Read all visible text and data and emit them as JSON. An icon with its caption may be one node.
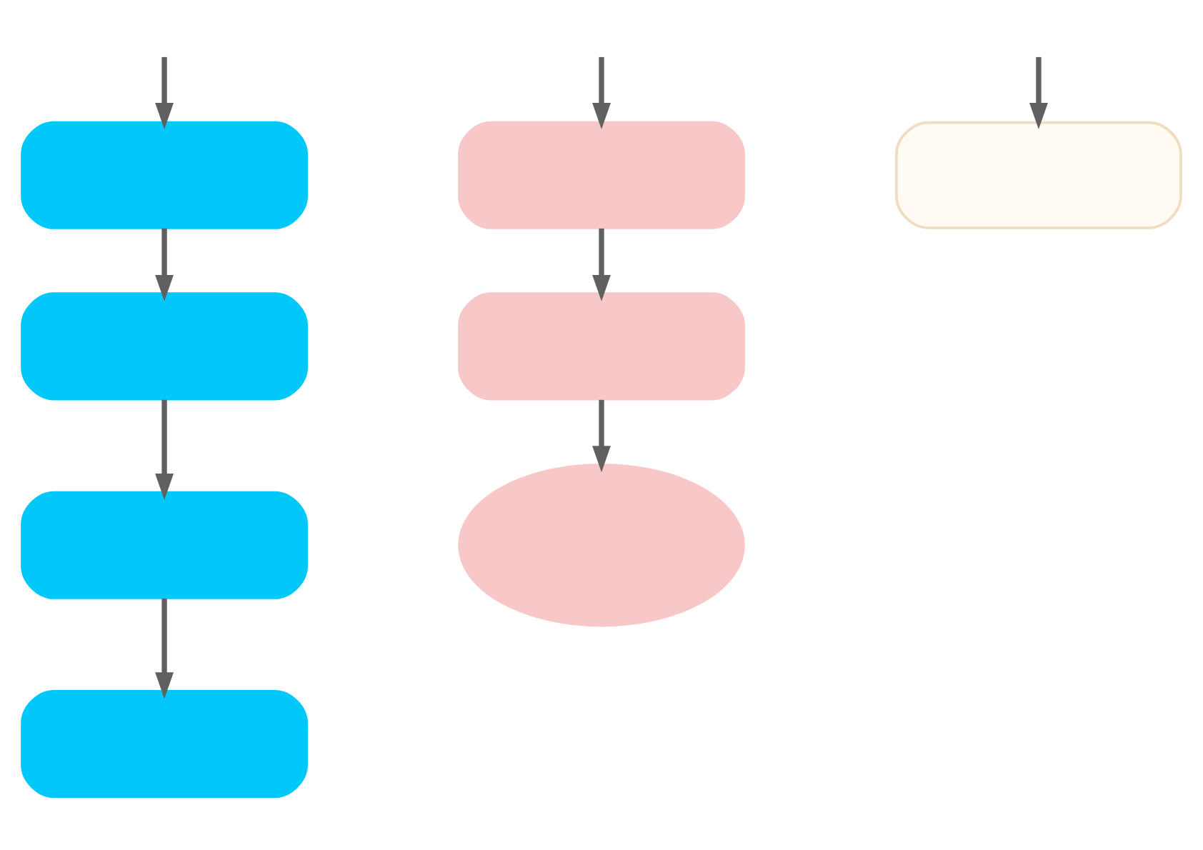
{
  "diagram": {
    "nodes": [
      {
        "text": [],
        "shape": "box"
      },
      {
        "text": [],
        "shape": "box"
      },
      {
        "text": [],
        "shape": "box"
      },
      {
        "text": [],
        "shape": "box"
      },
      {
        "text": [],
        "shape": "box"
      },
      {
        "text": [],
        "shape": "box"
      },
      {
        "text": [],
        "shape": "oval"
      },
      {
        "text": [],
        "shape": "box"
      }
    ],
    "edges": [
      {
        "from": null,
        "to": 0,
        "arrow": "to"
      },
      {
        "from": null,
        "to": 4,
        "arrow": "to"
      },
      {
        "from": 0,
        "to": 1,
        "arrow": "to"
      },
      {
        "from": 1,
        "to": 2,
        "arrow": "to"
      },
      {
        "from": 2,
        "to": 3,
        "arrow": "to"
      },
      {
        "from": 4,
        "to": 5,
        "arrow": "to"
      },
      {
        "from": 5,
        "to": 6,
        "arrow": "to"
      },
      {
        "from": null,
        "to": 7,
        "arrow": "to"
      }
    ]
  }
}
